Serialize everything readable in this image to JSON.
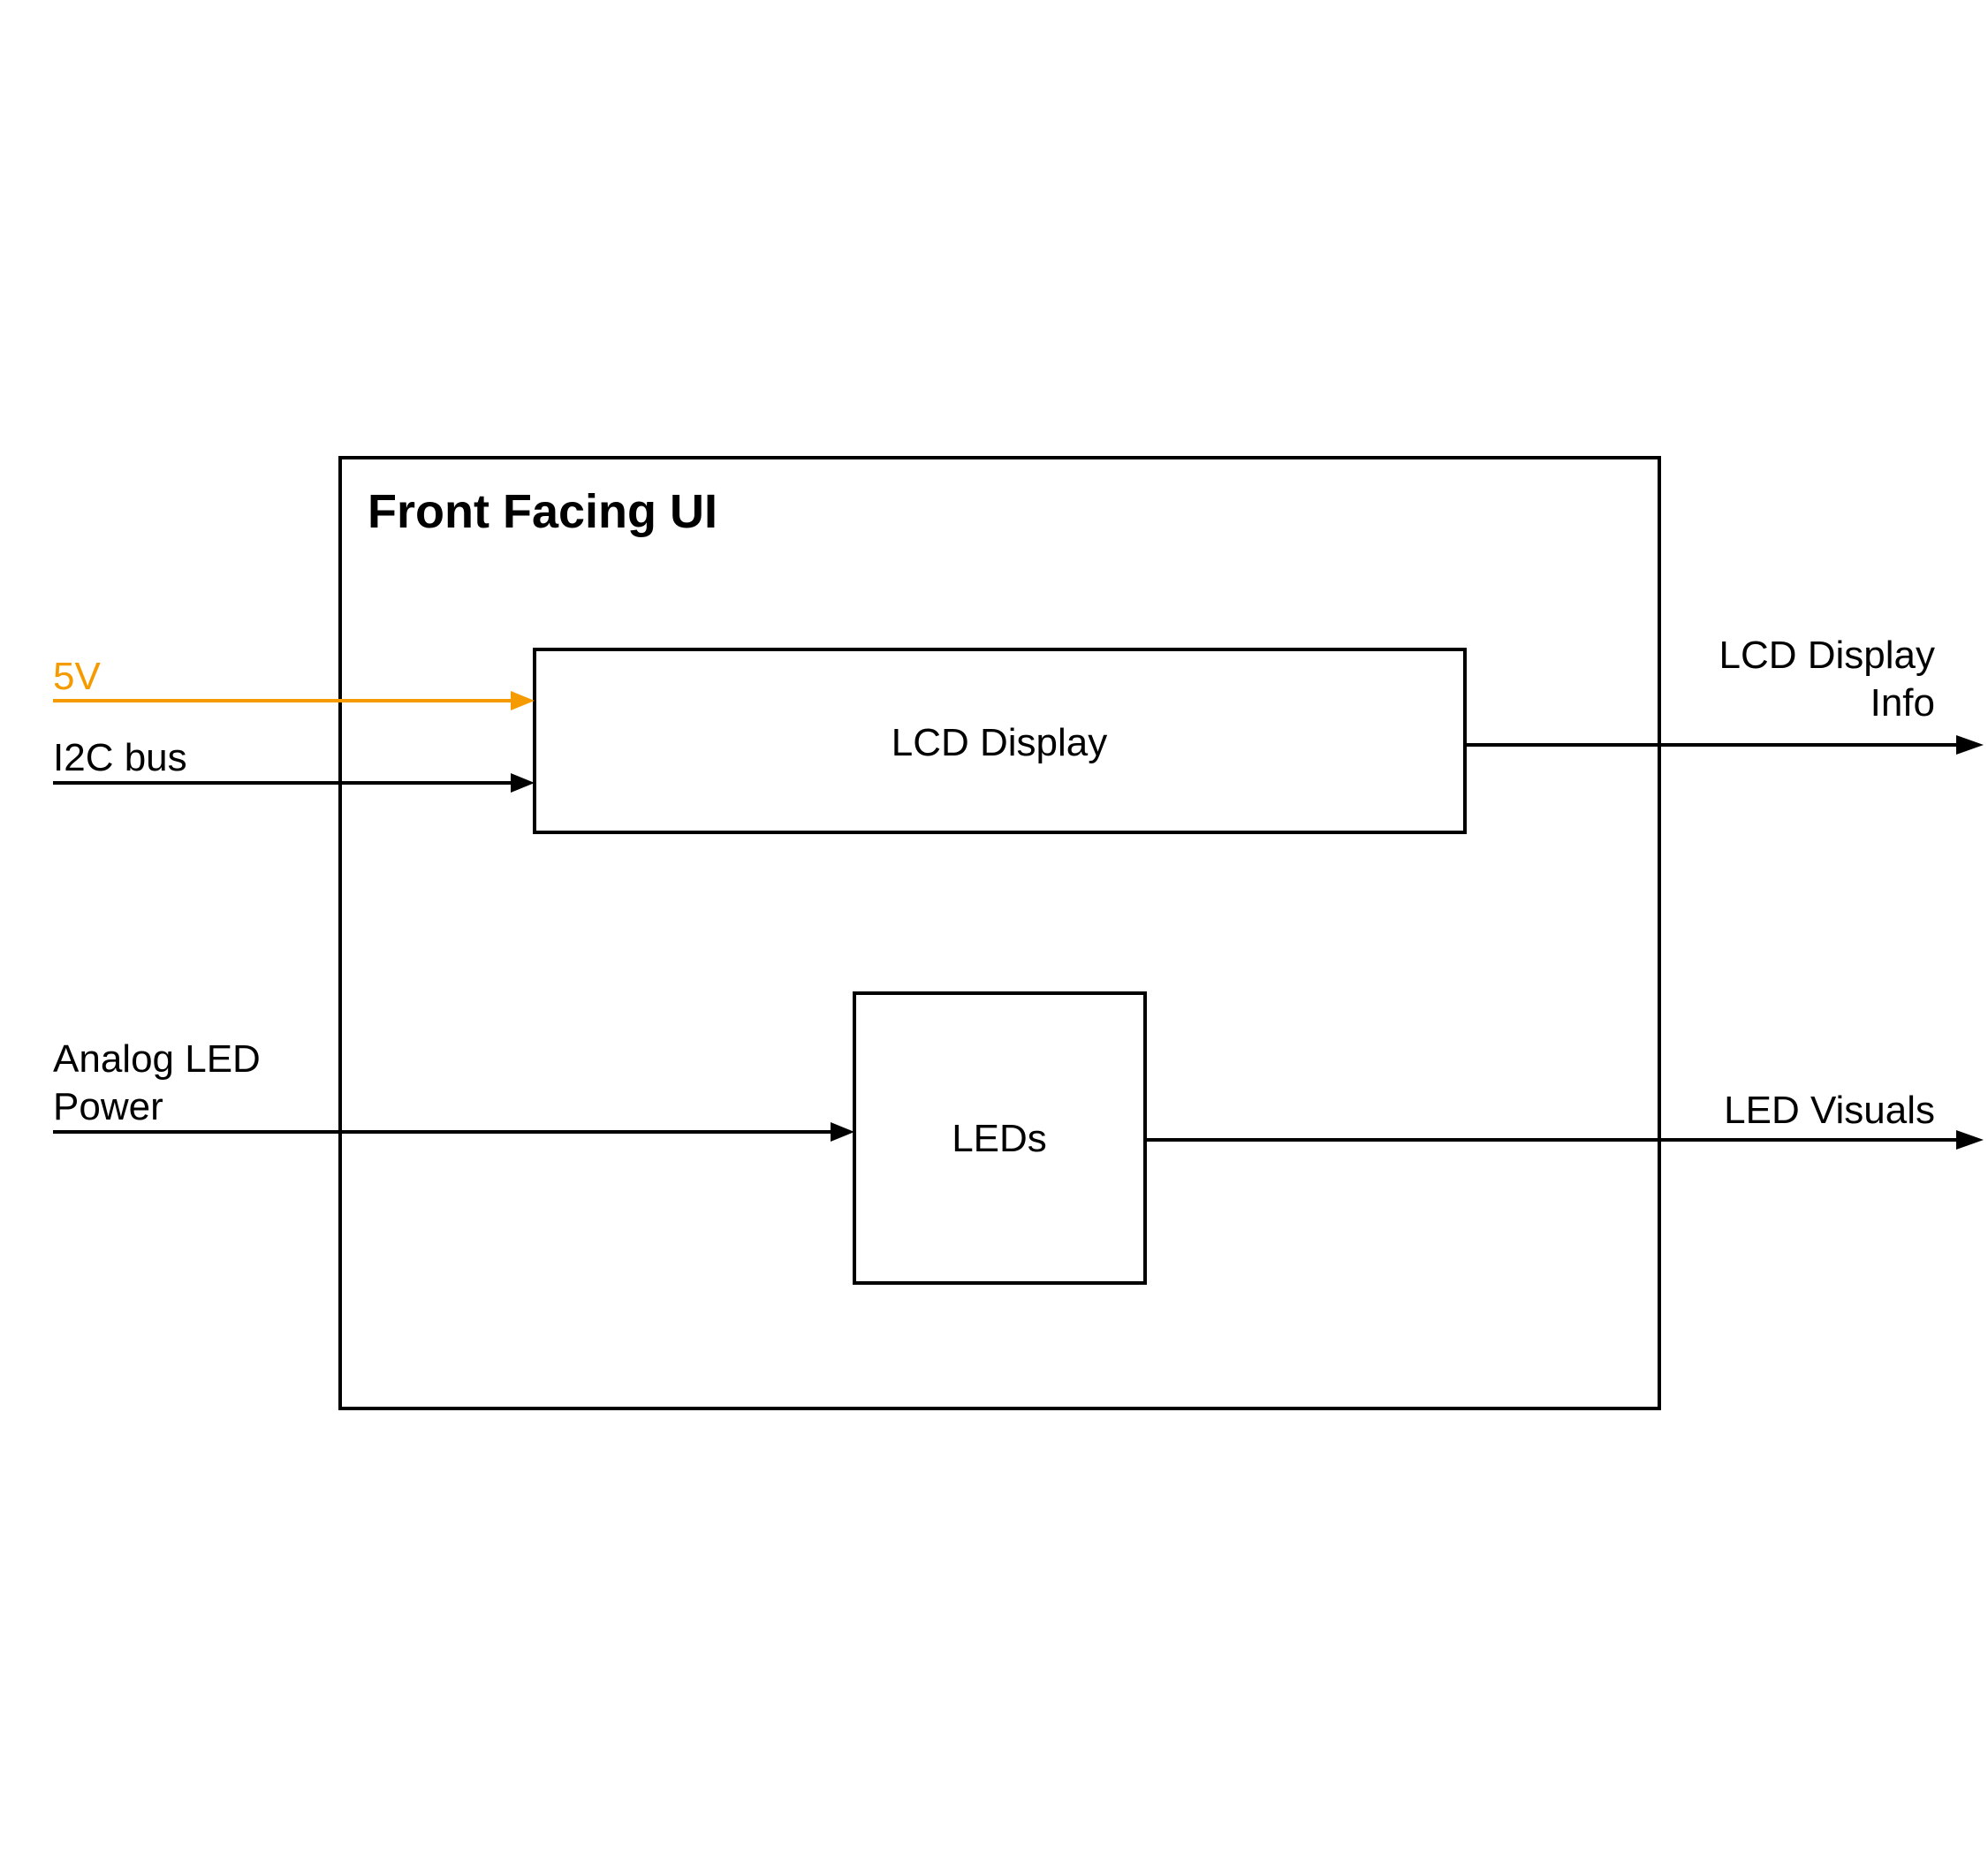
{
  "diagram": {
    "colors": {
      "line": "#000000",
      "power": "#f59b00",
      "background": "#ffffff"
    },
    "container": {
      "title": "Front Facing UI"
    },
    "blocks": {
      "lcd": {
        "label": "LCD Display"
      },
      "leds": {
        "label": "LEDs"
      }
    },
    "inputs": {
      "power_5v": {
        "label": "5V",
        "color": "#f59b00"
      },
      "i2c": {
        "label": "I2C bus"
      },
      "analog_led_power": {
        "line1": "Analog LED",
        "line2": "Power"
      }
    },
    "outputs": {
      "lcd_info": {
        "line1": "LCD Display",
        "line2": "Info"
      },
      "led_visuals": {
        "label": "LED Visuals"
      }
    }
  }
}
